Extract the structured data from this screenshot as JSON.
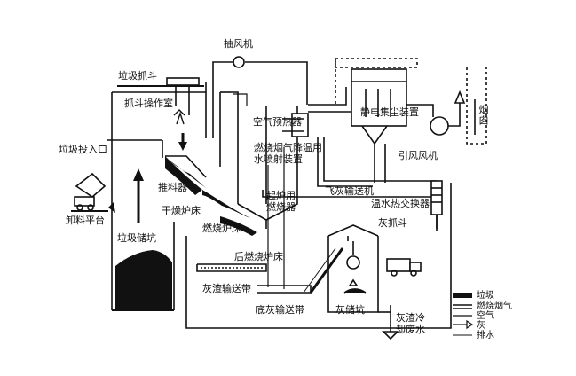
{
  "labels": {
    "exhaust_fan": "抽风机",
    "grab_bucket": "垃圾抓斗",
    "grab_control_room": "抓斗操作室",
    "air_preheater": "空气预热器",
    "flue_gas_spray": "燃烧烟气降温用水喷射装置",
    "electrostatic_precipitator": "静电集尘装置",
    "chimney": "烟囱",
    "induced_fan": "引风风机",
    "waste_inlet": "垃圾投入口",
    "feeder": "推料器",
    "drying_grate": "干燥炉床",
    "combustion_grate": "燃烧炉床",
    "post_combustion_grate": "后燃烧炉床",
    "startup_burner": "起炉用燃烧器",
    "fly_ash_conveyor": "飞灰输送机",
    "warm_water_exchanger": "温水热交换器",
    "ash_grab": "灰抓斗",
    "unloading_platform": "卸料平台",
    "waste_pit": "垃圾储坑",
    "slag_conveyor": "灰渣输送带",
    "bottom_ash_conveyor": "底灰输送带",
    "ash_pit": "灰储坑",
    "slag_cooling_water": "灰渣冷却废水"
  },
  "legend": [
    {
      "label": "垃圾",
      "style": "thick-black"
    },
    {
      "label": "燃烧烟气",
      "style": "double-line"
    },
    {
      "label": "空气",
      "style": "thin-line"
    },
    {
      "label": "灰",
      "style": "hollow-arrow"
    },
    {
      "label": "排水",
      "style": "thin-line"
    }
  ]
}
